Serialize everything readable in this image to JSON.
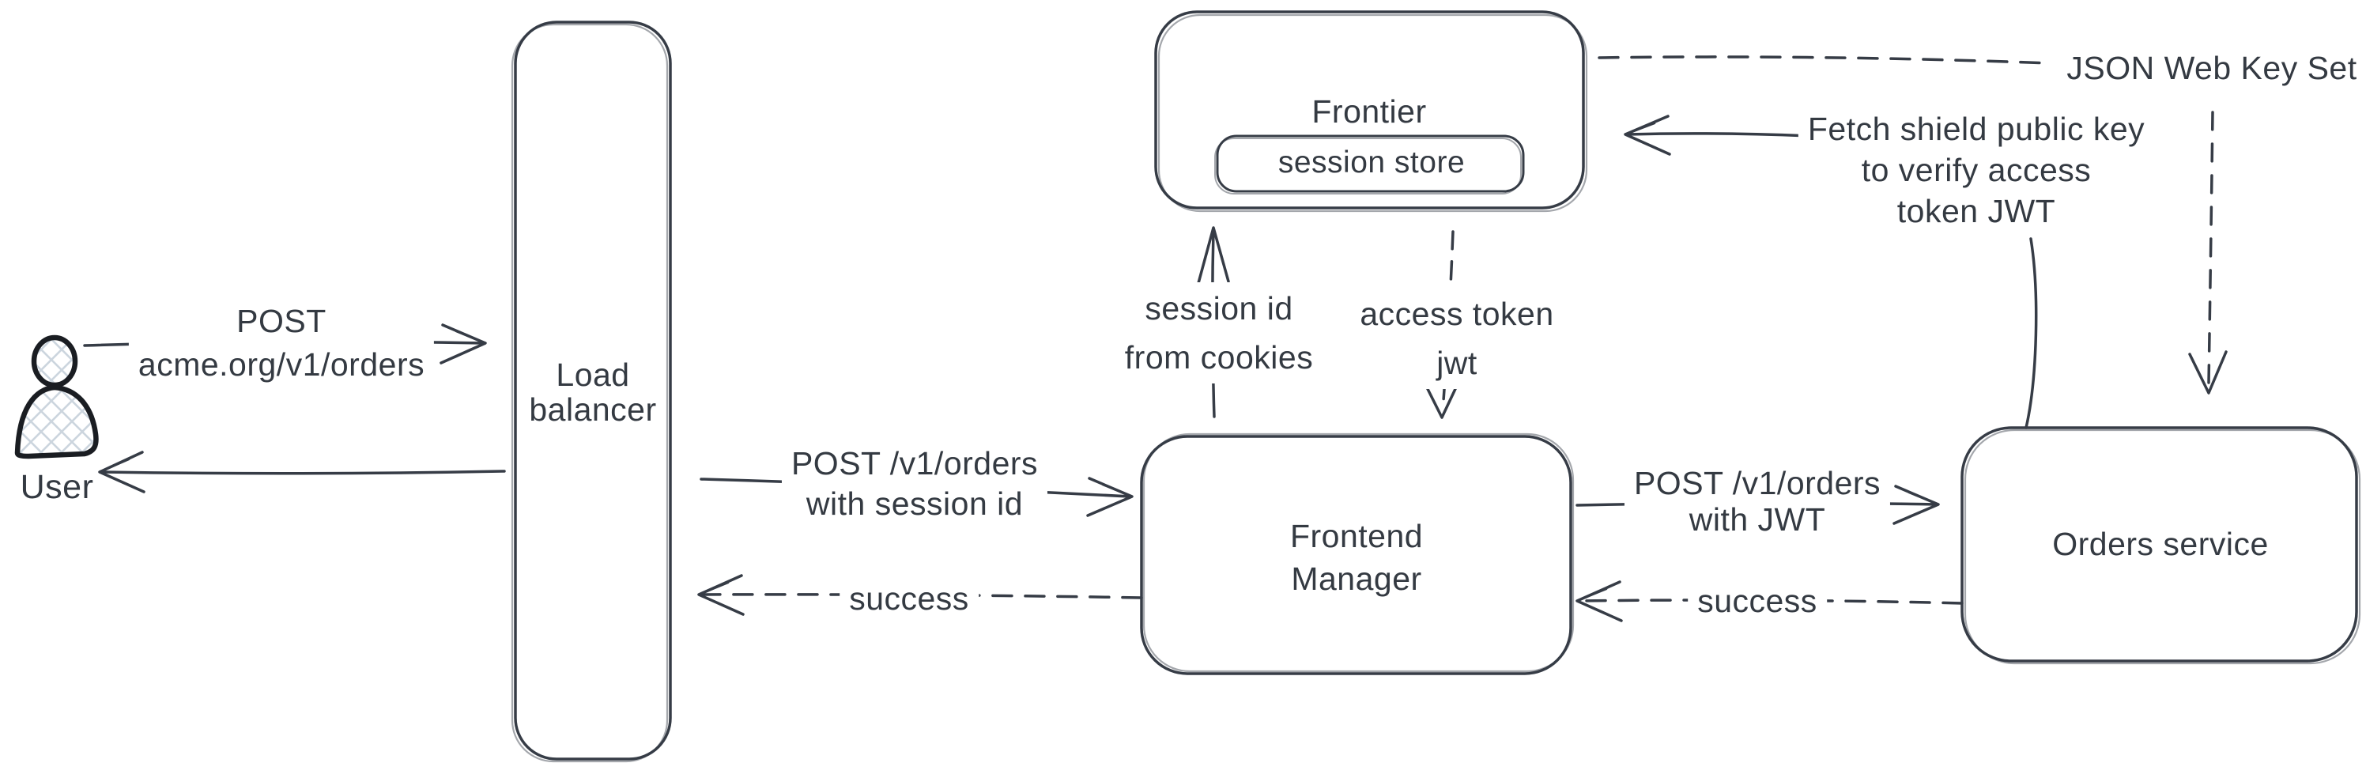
{
  "diagram": {
    "type": "architecture-flow-diagram",
    "colors": {
      "background": "#ffffff",
      "ink": "#363c46",
      "text": "#343a42",
      "user_figure_stroke": "#1a1d22",
      "user_figure_hatch": "#ccd5de"
    },
    "nodes": {
      "user": {
        "label": "User"
      },
      "load_balancer": {
        "lines": [
          "Load",
          "balancer"
        ]
      },
      "frontier": {
        "label": "Frontier"
      },
      "session_store": {
        "label": "session store"
      },
      "frontend_manager": {
        "lines": [
          "Frontend",
          "Manager"
        ]
      },
      "orders_service": {
        "label": "Orders service"
      }
    },
    "edges": {
      "user_to_lb": {
        "style": "solid",
        "lines": [
          "POST",
          "acme.org/v1/orders"
        ]
      },
      "lb_to_user": {
        "style": "solid",
        "label": ""
      },
      "lb_to_fm": {
        "style": "solid",
        "lines": [
          "POST /v1/orders",
          "with session id"
        ]
      },
      "fm_to_lb": {
        "style": "dashed",
        "label": "success"
      },
      "fm_to_frontier": {
        "style": "solid",
        "lines": [
          "session id",
          "from cookies"
        ]
      },
      "frontier_to_fm": {
        "style": "dashed",
        "lines": [
          "access token",
          "jwt"
        ]
      },
      "fm_to_orders": {
        "style": "solid",
        "lines": [
          "POST /v1/orders",
          "with JWT"
        ]
      },
      "orders_to_fm": {
        "style": "dashed",
        "label": "success"
      },
      "orders_to_frontier": {
        "style": "solid",
        "lines": [
          "Fetch shield public key",
          "to verify access",
          "token JWT"
        ]
      },
      "frontier_to_jwks": {
        "style": "dashed",
        "label": "JSON Web Key Set"
      }
    }
  }
}
